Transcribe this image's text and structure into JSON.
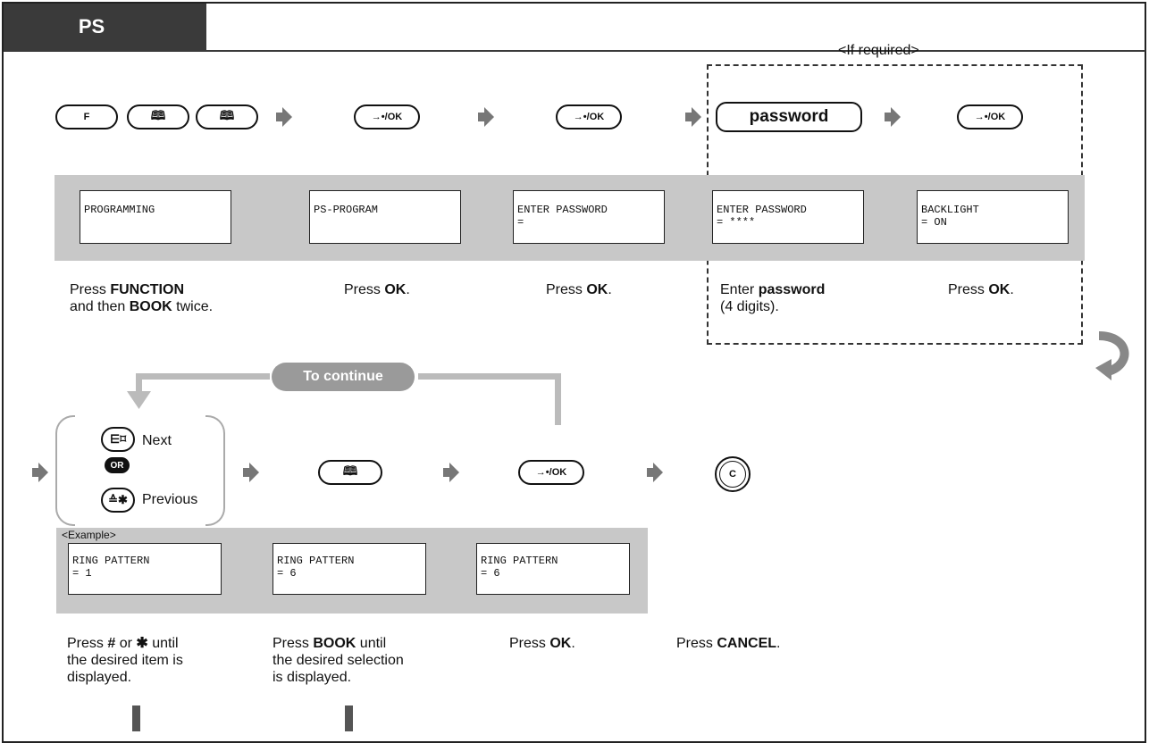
{
  "tab_title": "PS",
  "if_required": "<If required>",
  "keys": {
    "function": "F",
    "ok": "→•/OK",
    "password": "password",
    "cancel": "C",
    "or": "OR",
    "next": "Next",
    "previous": "Previous"
  },
  "displays_top": [
    {
      "line1": "PROGRAMMING",
      "line2": ""
    },
    {
      "line1": "PS-PROGRAM",
      "line2": ""
    },
    {
      "line1": "ENTER PASSWORD",
      "line2": "="
    },
    {
      "line1": "ENTER PASSWORD",
      "line2": "= ****"
    },
    {
      "line1": "BACKLIGHT",
      "line2": "= ON"
    }
  ],
  "captions_top": {
    "c1_pre": "Press ",
    "c1_b1": "FUNCTION",
    "c1_mid": "and then ",
    "c1_b2": "BOOK",
    "c1_post": " twice.",
    "c2_pre": "Press ",
    "c2_b": "OK",
    "c2_post": ".",
    "c3_pre": "Press ",
    "c3_b": "OK",
    "c3_post": ".",
    "c4_pre": "Enter ",
    "c4_b": "password",
    "c4_line2": "(4 digits).",
    "c5_pre": "Press ",
    "c5_b": "OK",
    "c5_post": "."
  },
  "to_continue": "To continue",
  "example_label": "<Example>",
  "displays_bottom": [
    {
      "line1": "RING PATTERN",
      "line2": "= 1"
    },
    {
      "line1": "RING PATTERN",
      "line2": "= 6"
    },
    {
      "line1": "RING PATTERN",
      "line2": "= 6"
    }
  ],
  "captions_bottom": {
    "c1_pre": "Press ",
    "c1_b1": "#",
    "c1_mid": " or ",
    "c1_b2": "✱",
    "c1_post": " until",
    "c1_l2": "the desired item is",
    "c1_l3": "displayed.",
    "c2_pre": "Press ",
    "c2_b": "BOOK",
    "c2_post": " until",
    "c2_l2": "the desired selection",
    "c2_l3": "is displayed.",
    "c3_pre": "Press ",
    "c3_b": "OK",
    "c3_post": ".",
    "c4_pre": "Press ",
    "c4_b": "CANCEL",
    "c4_post": "."
  }
}
